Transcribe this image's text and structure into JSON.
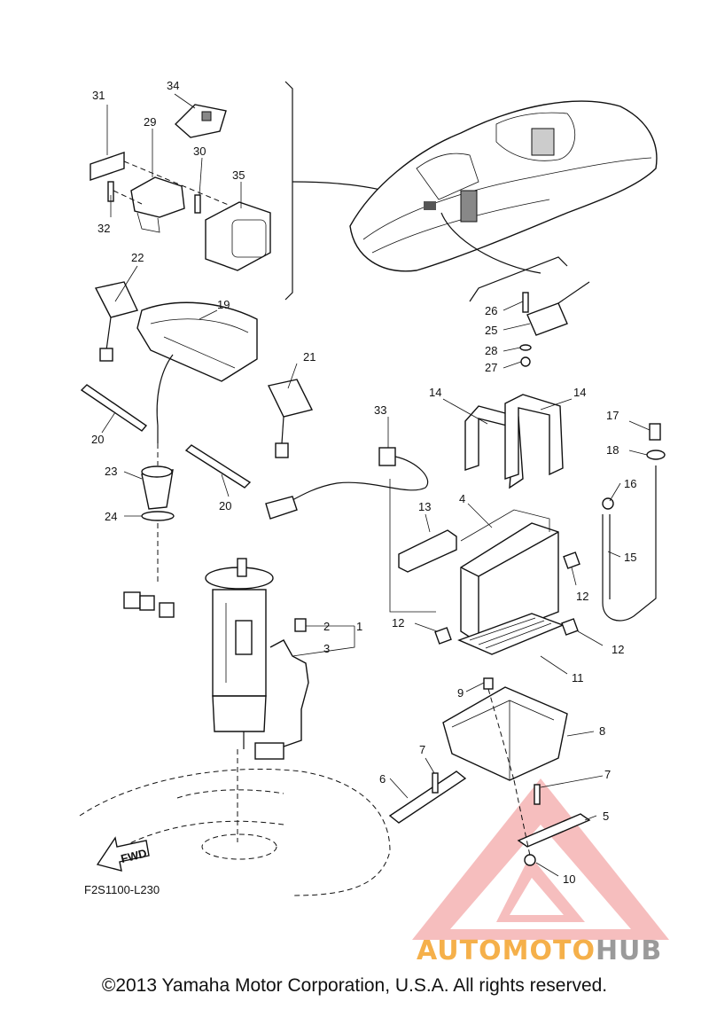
{
  "diagram_code": "F2S1100-L230",
  "fwd_label": "FWD",
  "copyright": "©2013 Yamaha Motor Corporation, U.S.A. All rights reserved.",
  "watermark": {
    "part1": "AUTOMOTO",
    "part2": "HUB",
    "color_accent": "#f5b04a",
    "color_gray": "#9a9a9a",
    "triangle_color": "#f08a8a"
  },
  "callouts": {
    "c1": "1",
    "c2": "2",
    "c3": "3",
    "c4": "4",
    "c5": "5",
    "c6": "6",
    "c7a": "7",
    "c7b": "7",
    "c8": "8",
    "c9": "9",
    "c10": "10",
    "c11": "11",
    "c12a": "12",
    "c12b": "12",
    "c12c": "12",
    "c13": "13",
    "c14a": "14",
    "c14b": "14",
    "c15": "15",
    "c16": "16",
    "c17": "17",
    "c18": "18",
    "c19": "19",
    "c20a": "20",
    "c20b": "20",
    "c21": "21",
    "c22": "22",
    "c23": "23",
    "c24": "24",
    "c25": "25",
    "c26": "26",
    "c27": "27",
    "c28": "28",
    "c29": "29",
    "c30": "30",
    "c31": "31",
    "c32": "32",
    "c33": "33",
    "c34": "34",
    "c35": "35"
  }
}
